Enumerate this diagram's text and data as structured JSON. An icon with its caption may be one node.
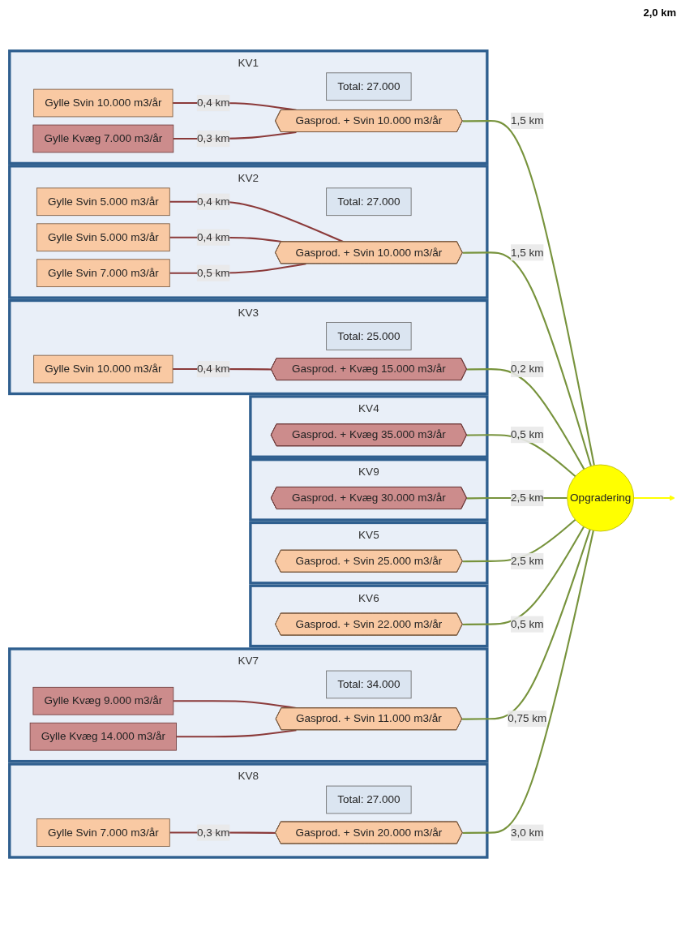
{
  "diagram": {
    "nodes": [
      {
        "text": [
          "KV1"
        ]
      },
      {
        "text": [
          "Gylle Svin 10.000 m3/år"
        ],
        "in": 0
      },
      {
        "text": [
          "Total: 27.000"
        ],
        "in": 0
      },
      {
        "text": [
          "Gylle Kvæg 7.000 m3/år"
        ],
        "in": 0
      },
      {
        "text": [
          "Gasprod. + Svin 10.000 m3/år"
        ],
        "in": 0
      },
      {
        "text": [
          "KV2"
        ]
      },
      {
        "text": [
          "Gylle Svin 5.000 m3/år"
        ],
        "in": 5
      },
      {
        "text": [
          "Total: 27.000"
        ],
        "in": 5
      },
      {
        "text": [
          "Gasprod. + Svin 10.000 m3/år"
        ],
        "in": 5
      },
      {
        "text": [
          "Gylle Svin 5.000 m3/år"
        ],
        "in": 5
      },
      {
        "text": [
          "Gylle Svin 7.000 m3/år"
        ],
        "in": 5
      },
      {
        "text": [
          "KV3"
        ]
      },
      {
        "text": [
          "Total: 25.000"
        ],
        "in": 11
      },
      {
        "text": [
          "Gylle Svin 10.000 m3/år"
        ],
        "in": 11
      },
      {
        "text": [
          "Gasprod. + Kvæg 15.000 m3/år"
        ],
        "in": 11
      },
      {
        "text": [
          "KV4"
        ]
      },
      {
        "text": [
          "Gasprod. + Kvæg 35.000 m3/år"
        ],
        "in": 15
      },
      {
        "text": [
          "KV9"
        ]
      },
      {
        "text": [
          "Gasprod. + Kvæg 30.000 m3/år"
        ],
        "in": 17
      },
      {
        "text": [
          "KV5"
        ]
      },
      {
        "text": [
          "Gasprod. + Svin 25.000 m3/år"
        ],
        "in": 19
      },
      {
        "text": [
          "Opgradering"
        ]
      },
      {
        "text": [
          "KV6"
        ]
      },
      {
        "text": [
          "Gasprod. + Svin 22.000 m3/år"
        ],
        "in": 22
      },
      {
        "text": [
          "KV7"
        ]
      },
      {
        "text": [
          "Gylle Kvæg 9.000 m3/år"
        ],
        "in": 24
      },
      {
        "text": [
          "Total: 34.000"
        ],
        "in": 24
      },
      {
        "text": [
          "Gasprod. + Svin 11.000 m3/år"
        ],
        "in": 24
      },
      {
        "text": [
          "Gylle Kvæg 14.000 m3/år"
        ],
        "in": 24
      },
      {
        "text": [
          "KV8"
        ]
      },
      {
        "text": [
          "Total: 27.000"
        ],
        "in": 29
      },
      {
        "text": [
          "Gasprod. + Svin 20.000 m3/år"
        ],
        "in": 29
      },
      {
        "text": [
          "Gylle Svin 7.000 m3/år"
        ],
        "in": 29
      }
    ],
    "edges": [
      {
        "from": 1,
        "to": 4,
        "arrow": "none",
        "label": "0,4 km",
        "color": "#8b3a3a"
      },
      {
        "from": 3,
        "to": 4,
        "arrow": "none",
        "label": "0,3 km",
        "color": "#8b3a3a"
      },
      {
        "from": 4,
        "to": 21,
        "arrow": "none",
        "label": "1,5 km"
      },
      {
        "from": 6,
        "to": 8,
        "arrow": "none",
        "label": "0,4 km",
        "color": "#8b3a3a"
      },
      {
        "from": 9,
        "to": 8,
        "arrow": "none",
        "label": "0,4 km",
        "color": "#8b3a3a"
      },
      {
        "from": 10,
        "to": 8,
        "arrow": "none",
        "label": "0,5 km",
        "color": "#8b3a3a"
      },
      {
        "from": 8,
        "to": 21,
        "arrow": "none",
        "label": "1,5 km"
      },
      {
        "from": 13,
        "to": 14,
        "arrow": "none",
        "label": "0,4 km",
        "color": "#8b3a3a"
      },
      {
        "from": 14,
        "to": 21,
        "arrow": "none",
        "label": "0,2 km"
      },
      {
        "from": 16,
        "to": 21,
        "arrow": "none",
        "label": "0,5 km"
      },
      {
        "from": 18,
        "to": 21,
        "arrow": "none",
        "label": "2,5 km"
      },
      {
        "from": 20,
        "to": 21,
        "arrow": "none",
        "label": "2,5 km"
      },
      {
        "from": 21,
        "to": null,
        "arrow": "to",
        "color": "#ffff00"
      },
      {
        "from": 23,
        "to": 21,
        "arrow": "none",
        "label": "0,5 km"
      },
      {
        "from": 25,
        "to": 27,
        "arrow": "none",
        "color": "#8b3a3a"
      },
      {
        "from": 28,
        "to": 27,
        "arrow": "none",
        "color": "#8b3a3a"
      },
      {
        "from": 27,
        "to": 21,
        "arrow": "none",
        "label": "0,75 km"
      },
      {
        "from": 31,
        "to": 21,
        "arrow": "none",
        "label": "3,0 km"
      },
      {
        "from": 32,
        "to": 31,
        "arrow": "none",
        "label": "0,3 km",
        "color": "#8b3a3a"
      }
    ],
    "labels": [
      "2,0 km"
    ]
  }
}
